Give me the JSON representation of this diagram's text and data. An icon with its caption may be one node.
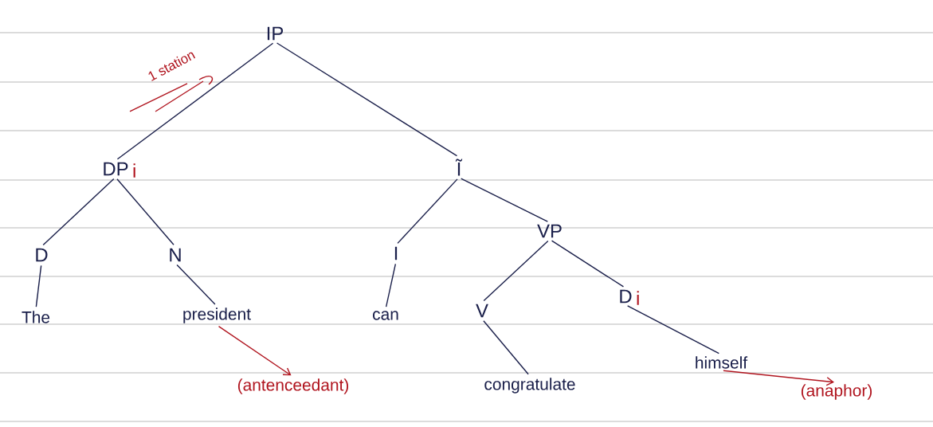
{
  "diagram": {
    "nodes": [
      {
        "text": [
          "IP"
        ]
      },
      {
        "text": [
          "DP"
        ],
        "beside": [
          "i"
        ]
      },
      {
        "text": [
          "Ĩ"
        ]
      },
      {
        "text": [
          "D"
        ]
      },
      {
        "text": [
          "N"
        ]
      },
      {
        "text": [
          "The"
        ]
      },
      {
        "text": [
          "president"
        ]
      },
      {
        "text": [
          "I"
        ]
      },
      {
        "text": [
          "VP"
        ]
      },
      {
        "text": [
          "can"
        ]
      },
      {
        "text": [
          "V"
        ]
      },
      {
        "text": [
          "D"
        ],
        "beside": [
          "i"
        ]
      },
      {
        "text": [
          "congratulate"
        ]
      },
      {
        "text": [
          "himself"
        ]
      },
      {
        "text": [
          "(antenceedant)"
        ]
      },
      {
        "text": [
          "(anaphor)"
        ]
      }
    ],
    "edges": [
      {
        "from": 0,
        "to": 1,
        "arrow": "none"
      },
      {
        "from": 0,
        "to": 2,
        "arrow": "none"
      },
      {
        "from": 1,
        "to": 3,
        "arrow": "none"
      },
      {
        "from": 1,
        "to": 4,
        "arrow": "none"
      },
      {
        "from": 3,
        "to": 5,
        "arrow": "none"
      },
      {
        "from": 4,
        "to": 6,
        "arrow": "none"
      },
      {
        "from": 2,
        "to": 7,
        "arrow": "none"
      },
      {
        "from": 2,
        "to": 8,
        "arrow": "none"
      },
      {
        "from": 7,
        "to": 9,
        "arrow": "none"
      },
      {
        "from": 8,
        "to": 10,
        "arrow": "none"
      },
      {
        "from": 8,
        "to": 11,
        "arrow": "none"
      },
      {
        "from": 10,
        "to": 12,
        "arrow": "none"
      },
      {
        "from": 11,
        "to": 13,
        "arrow": "none"
      },
      {
        "from": 6,
        "to": 14,
        "arrow": "to",
        "color": "#b0141e"
      },
      {
        "from": 13,
        "to": 15,
        "arrow": "to",
        "color": "#b0141e"
      }
    ],
    "labels": [
      "1 station"
    ]
  }
}
